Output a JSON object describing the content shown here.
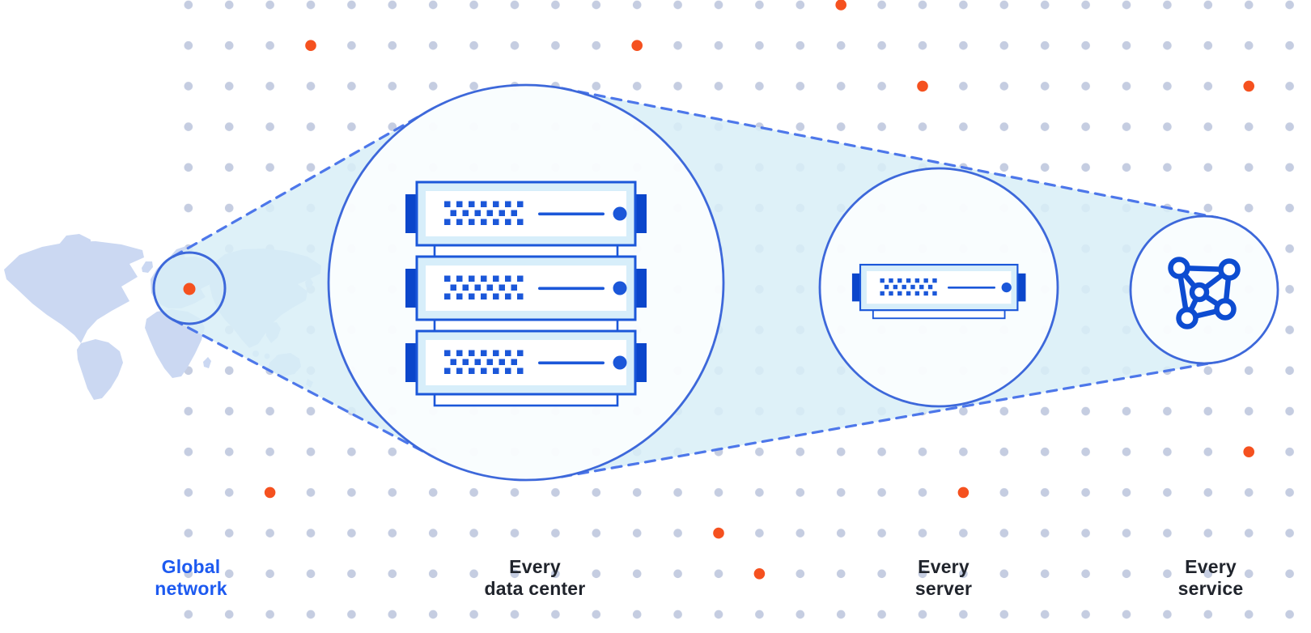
{
  "diagram": {
    "name": "global-network-zoom-diagram",
    "labels": {
      "global_network": {
        "line1": "Global",
        "line2": "network"
      },
      "every_data_center": {
        "line1": "Every",
        "line2": "data center"
      },
      "every_server": {
        "line1": "Every",
        "line2": "server"
      },
      "every_service": {
        "line1": "Every",
        "line2": "service"
      }
    },
    "icons": [
      "world-map-icon",
      "map-pin-icon",
      "server-rack-icon",
      "server-icon",
      "network-mesh-icon"
    ],
    "colors": {
      "label_blue": "#1d5af0",
      "text_dark": "#20242c",
      "circle_stroke_blue": "#3d68da",
      "dashed_line_blue": "#4d77ea",
      "server_border_blue": "#1b57d9",
      "server_ear_blue": "#0b46cb",
      "server_body_fill": "#d7eefa",
      "network_icon_blue": "#0d4cd1",
      "map_fill": "#cbd8f2",
      "cone_fill": "#d8eef7",
      "dot_grid": "#c5cde1",
      "accent_orange": "#f5511f"
    }
  }
}
